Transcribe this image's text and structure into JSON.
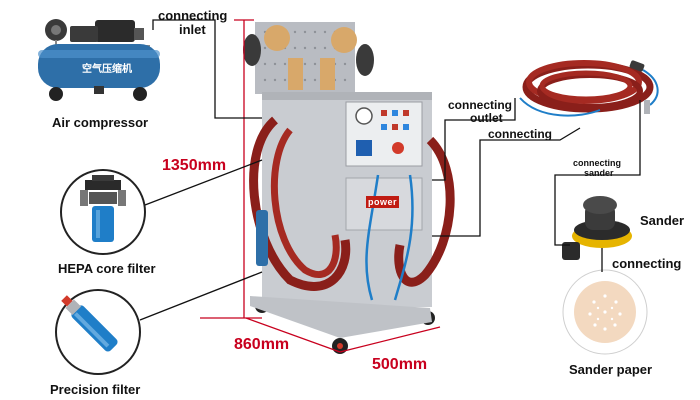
{
  "labels": {
    "connecting_inlet_line1": "connecting",
    "connecting_inlet_line2": "inlet",
    "air_compressor": "Air compressor",
    "connecting_outlet_line1": "connecting",
    "connecting_outlet_line2": "outlet",
    "connecting_mid": "connecting",
    "connecting_sander_line1": "connecting",
    "connecting_sander_line2": "sander",
    "sander": "Sander",
    "connecting_paper": "connecting",
    "hepa_filter": "HEPA core filter",
    "precision_filter": "Precision filter",
    "sander_paper": "Sander paper"
  },
  "dimensions": {
    "height": "1350mm",
    "depth": "860mm",
    "width": "500mm"
  },
  "product_markings": {
    "compressor_logo": "空气压缩机",
    "machine_logo": "power"
  },
  "colors": {
    "accent_dimension": "#c8001e",
    "hose": "#8a1f1a",
    "compressor_tank": "#2e6fa8",
    "machine_body": "#c9ccd1",
    "filter_blue": "#1f7ec8"
  }
}
